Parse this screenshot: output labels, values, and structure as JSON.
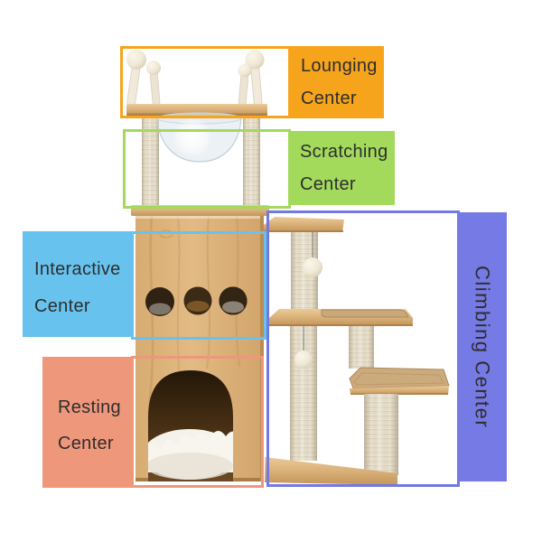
{
  "page": {
    "background": "#FFFFFF",
    "subject": "Wooden cat tree condo tower photo annotated with five activity zones",
    "text_color": "#2E2E2E"
  },
  "zones": {
    "lounging": {
      "line1": "Lounging",
      "line2": "Center",
      "color": "#F7A41D"
    },
    "scratching": {
      "line1": "Scratching",
      "line2": "Center",
      "color": "#A3DA5C"
    },
    "interactive": {
      "line1": "Interactive",
      "line2": "Center",
      "color": "#67C3EE"
    },
    "resting": {
      "line1": "Resting",
      "line2": "Center",
      "color": "#EF977B"
    },
    "climbing": {
      "label": "Climbing Center",
      "color": "#757AE5",
      "outline_color": "#7379E3"
    }
  },
  "illustration": {
    "parts": [
      "top-perch-with-pompom-posts",
      "transparent-capsule-dome",
      "sisal-scratching-posts",
      "condo-cube-with-three-peek-holes",
      "arched-door-with-plush-bed",
      "multi-level-climbing-platforms",
      "hanging-toy-balls",
      "carpeted-step-platforms",
      "base-board"
    ]
  }
}
